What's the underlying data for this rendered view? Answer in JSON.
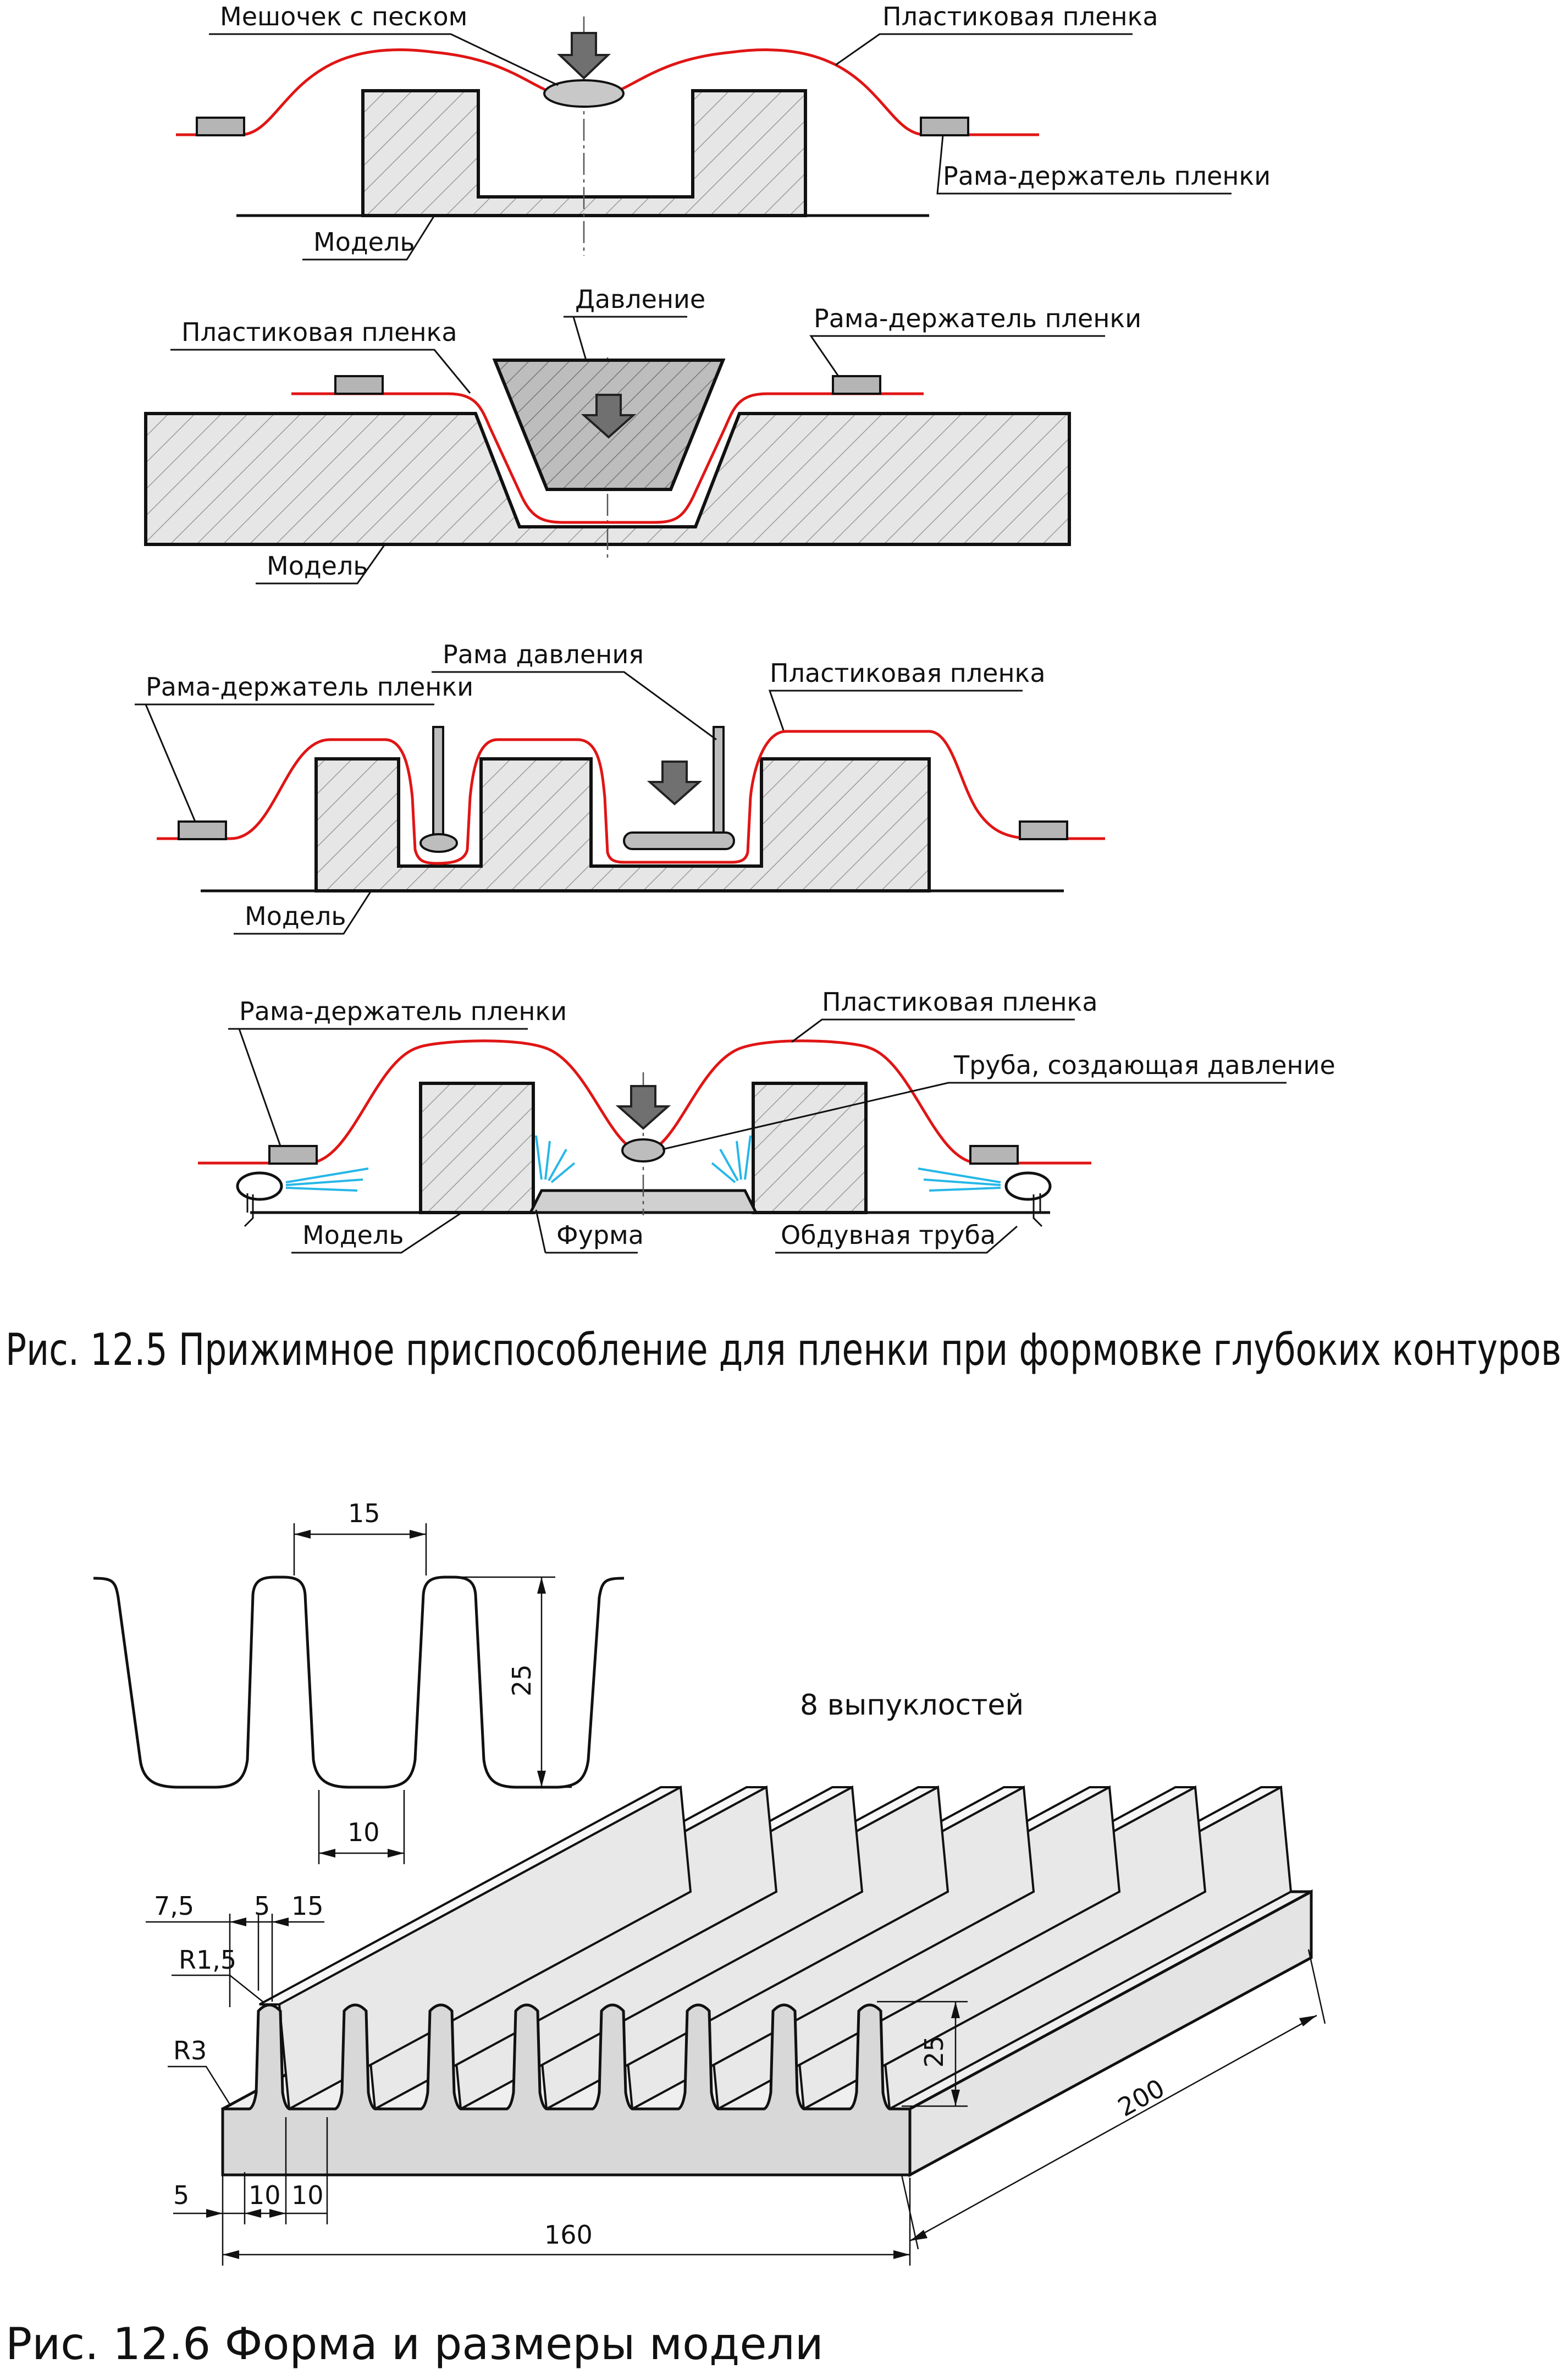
{
  "fig125": {
    "caption": "Рис. 12.5 Прижимное приспособление для пленки при формовке глубоких контуров",
    "p1": {
      "bag": "Мешочек с песком",
      "film": "Пластиковая пленка",
      "frame": "Рама-держатель пленки",
      "model": "Модель"
    },
    "p2": {
      "film": "Пластиковая пленка",
      "pressure": "Давление",
      "frame": "Рама-держатель пленки",
      "model": "Модель"
    },
    "p3": {
      "frame": "Рама-держатель пленки",
      "press_frame": "Рама давления",
      "film": "Пластиковая пленка",
      "model": "Модель"
    },
    "p4": {
      "frame": "Рама-держатель пленки",
      "film": "Пластиковая пленка",
      "tube": "Труба, создающая давление",
      "model": "Модель",
      "mold": "Фурма",
      "blow": "Обдувная труба"
    }
  },
  "fig126": {
    "caption": "Рис. 12.6 Форма и размеры модели",
    "count_label": "8 выпуклостей",
    "dims": {
      "top_width": "15",
      "height": "25",
      "bottom_width": "10",
      "d75": "7,5",
      "d5": "5",
      "d15": "15",
      "r15": "R1,5",
      "r3": "R3",
      "h25": "25",
      "length": "200",
      "b5": "5",
      "b10a": "10",
      "b10b": "10",
      "width": "160"
    }
  },
  "colors": {
    "film": "#e01515",
    "blow": "#27b7e8",
    "model_fill": "#d8d8d8",
    "frame": "#b5b5b5",
    "arrow": "#707070"
  }
}
